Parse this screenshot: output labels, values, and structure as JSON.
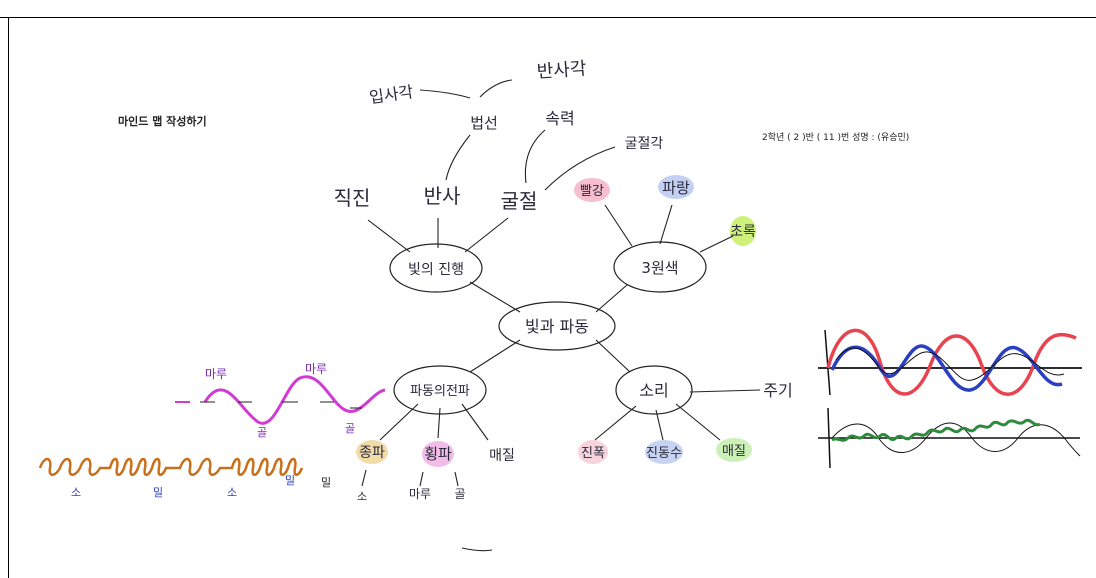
{
  "page": {
    "title": "마인드 맵 작성하기",
    "student_info": "2학년 ( 2 )반   ( 11 )번   성명 : (유승민)"
  },
  "mindmap": {
    "center": "빛과 파동",
    "branch_light": {
      "label": "빛의 진행",
      "children": [
        "직진",
        "반사",
        "굴절"
      ],
      "sub_reflect": "법선",
      "sub_reflect_items": [
        "입사각",
        "반사각"
      ],
      "sub_refract": [
        "속력",
        "굴절각"
      ]
    },
    "branch_color": {
      "label": "3원색",
      "children": [
        "빨강",
        "파랑",
        "초록"
      ]
    },
    "branch_wave": {
      "label": "파동의전파",
      "children": [
        "종파",
        "횡파",
        "매질"
      ],
      "longitudinal_sub": "소",
      "transverse_sub": [
        "마루",
        "골"
      ],
      "wave_labels_top": [
        "마루",
        "마루"
      ],
      "wave_labels_bottom": [
        "골",
        "골"
      ],
      "spring_labels": [
        "소",
        "밀",
        "소",
        "밀",
        "밀"
      ]
    },
    "branch_sound": {
      "label": "소리",
      "children": [
        "진폭",
        "진동수",
        "매질"
      ],
      "extra": "주기"
    }
  },
  "colors": {
    "red": "#e8434f",
    "blue": "#2a3fc4",
    "green": "#2e8b3c",
    "magenta": "#d23ad6",
    "orange": "#c9701c",
    "highlight_red": "#f4b3c6",
    "highlight_blue": "#b8c8f0",
    "highlight_green": "#c8f06a",
    "highlight_yellow": "#f0d8a0",
    "highlight_pink": "#f0b6e6",
    "highlight_mint": "#c6f0b0"
  }
}
